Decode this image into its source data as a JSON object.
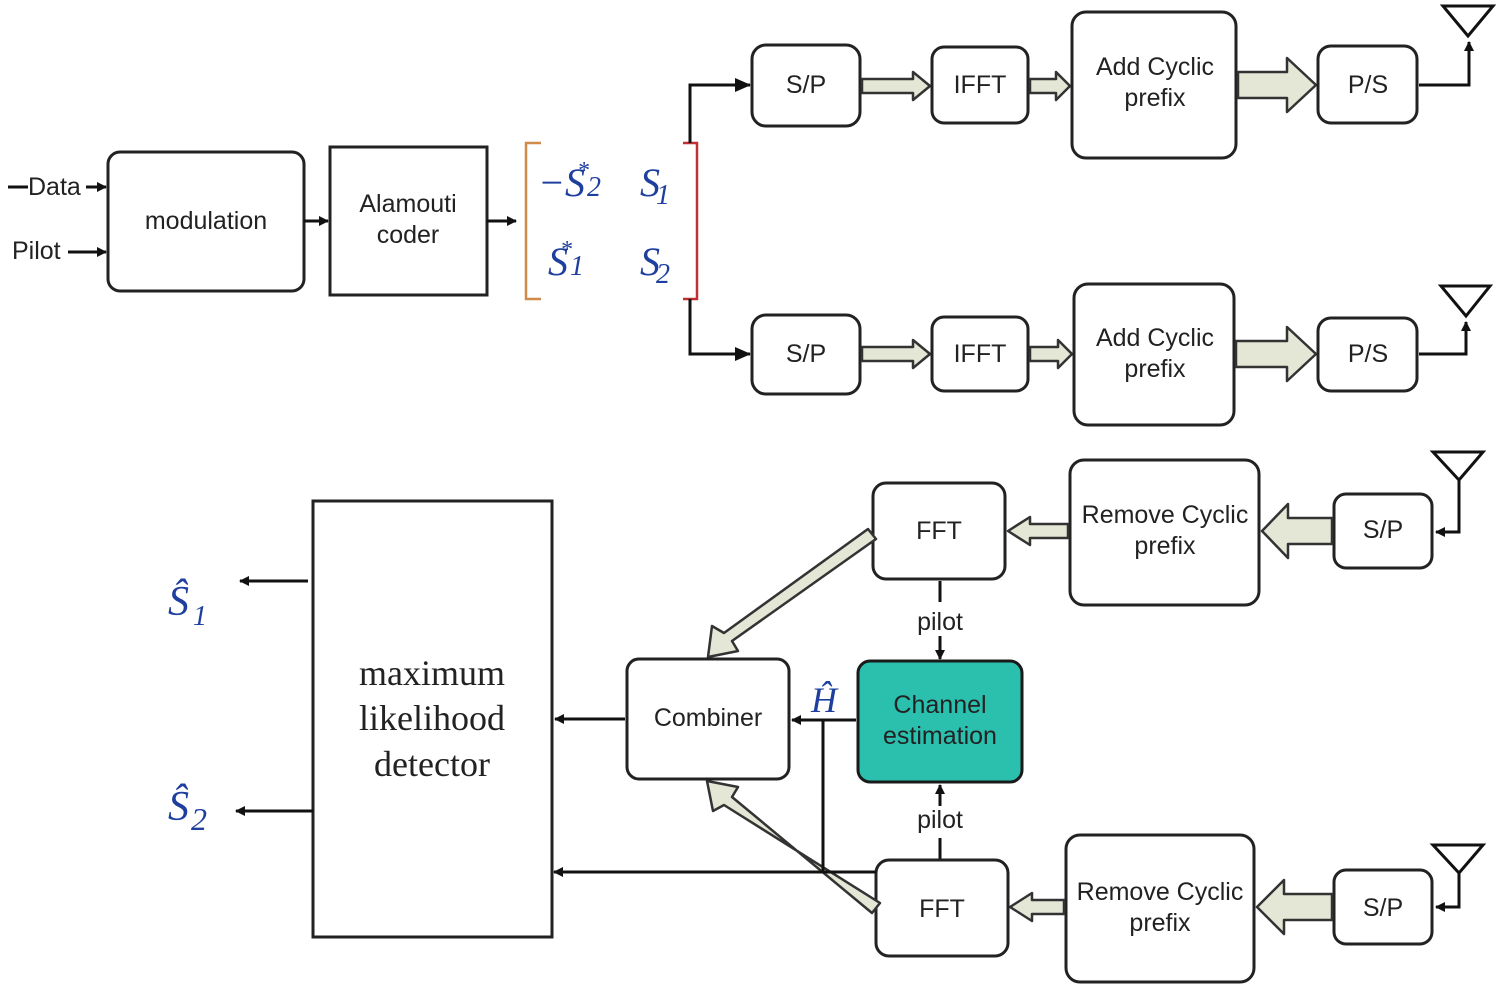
{
  "inputs": {
    "data": "Data",
    "pilot": "Pilot"
  },
  "blocks": {
    "modulation": "modulation",
    "alamouti": [
      "Alamouti",
      "coder"
    ],
    "sp": "S/P",
    "ifft": "IFFT",
    "add_cp": [
      "Add Cyclic",
      "prefix"
    ],
    "ps": "P/S",
    "remove_cp": [
      "Remove Cyclic",
      "prefix"
    ],
    "fft": "FFT",
    "channel_est": [
      "Channel",
      "estimation"
    ],
    "combiner": "Combiner",
    "ml_detector": [
      "maximum",
      "likelihood",
      "detector"
    ]
  },
  "labels": {
    "pilot": "pilot"
  },
  "matrix": {
    "r1c1": {
      "sign": "−",
      "base": "S",
      "sup": "*",
      "sub": "2"
    },
    "r1c2": {
      "base": "S",
      "sub": "1"
    },
    "r2c1": {
      "base": "S",
      "sup": "*",
      "sub": "1"
    },
    "r2c2": {
      "base": "S",
      "sub": "2"
    }
  },
  "estimates": {
    "h_hat": "Ĥ",
    "s1_hat": {
      "base": "Ŝ",
      "sub": "1"
    },
    "s2_hat": {
      "base": "Ŝ",
      "sub": "2"
    }
  },
  "colors": {
    "channel_estimation_fill": "#2bbfae",
    "math_text": "#1f3f9f",
    "fat_arrow_fill": "#e4e6d6"
  }
}
